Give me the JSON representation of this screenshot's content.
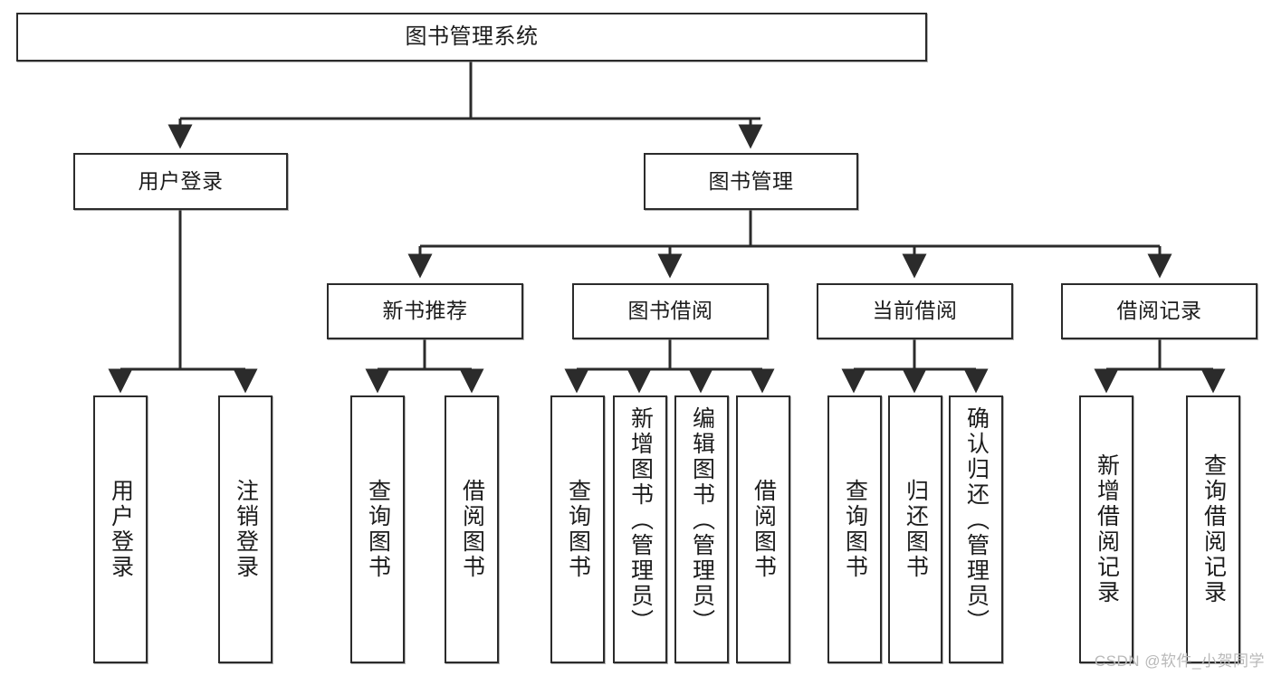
{
  "diagram": {
    "type": "tree-hierarchy",
    "title": "图书管理系统",
    "root": {
      "id": "root",
      "label": "图书管理系统"
    },
    "level2": [
      {
        "id": "user-login",
        "label": "用户登录"
      },
      {
        "id": "book-manage",
        "label": "图书管理"
      }
    ],
    "level3": [
      {
        "id": "new-book-recommend",
        "label": "新书推荐",
        "parent": "book-manage"
      },
      {
        "id": "book-borrow",
        "label": "图书借阅",
        "parent": "book-manage"
      },
      {
        "id": "current-borrow",
        "label": "当前借阅",
        "parent": "book-manage"
      },
      {
        "id": "borrow-record",
        "label": "借阅记录",
        "parent": "book-manage"
      }
    ],
    "leaves": [
      {
        "id": "leaf-user-login",
        "label": "用户登录",
        "parent": "user-login"
      },
      {
        "id": "leaf-logout",
        "label": "注销登录",
        "parent": "user-login"
      },
      {
        "id": "leaf-query-book-1",
        "label": "查询图书",
        "parent": "new-book-recommend"
      },
      {
        "id": "leaf-borrow-book-1",
        "label": "借阅图书",
        "parent": "new-book-recommend"
      },
      {
        "id": "leaf-query-book-2",
        "label": "查询图书",
        "parent": "book-borrow"
      },
      {
        "id": "leaf-add-book",
        "label": "新增图书（管理员）",
        "parent": "book-borrow"
      },
      {
        "id": "leaf-edit-book",
        "label": "编辑图书（管理员）",
        "parent": "book-borrow"
      },
      {
        "id": "leaf-borrow-book-2",
        "label": "借阅图书",
        "parent": "book-borrow"
      },
      {
        "id": "leaf-query-book-3",
        "label": "查询图书",
        "parent": "current-borrow"
      },
      {
        "id": "leaf-return-book",
        "label": "归还图书",
        "parent": "current-borrow"
      },
      {
        "id": "leaf-confirm-return",
        "label": "确认归还（管理员）",
        "parent": "current-borrow"
      },
      {
        "id": "leaf-add-record",
        "label": "新增借阅记录",
        "parent": "borrow-record"
      },
      {
        "id": "leaf-query-record",
        "label": "查询借阅记录",
        "parent": "borrow-record"
      }
    ],
    "colors": {
      "stroke": "#2b2b2b",
      "fill": "#ffffff",
      "text": "#1c1c1c",
      "watermark": "#b9b9b9"
    }
  },
  "watermark": {
    "text": "CSDN @软件_小贺同学"
  }
}
